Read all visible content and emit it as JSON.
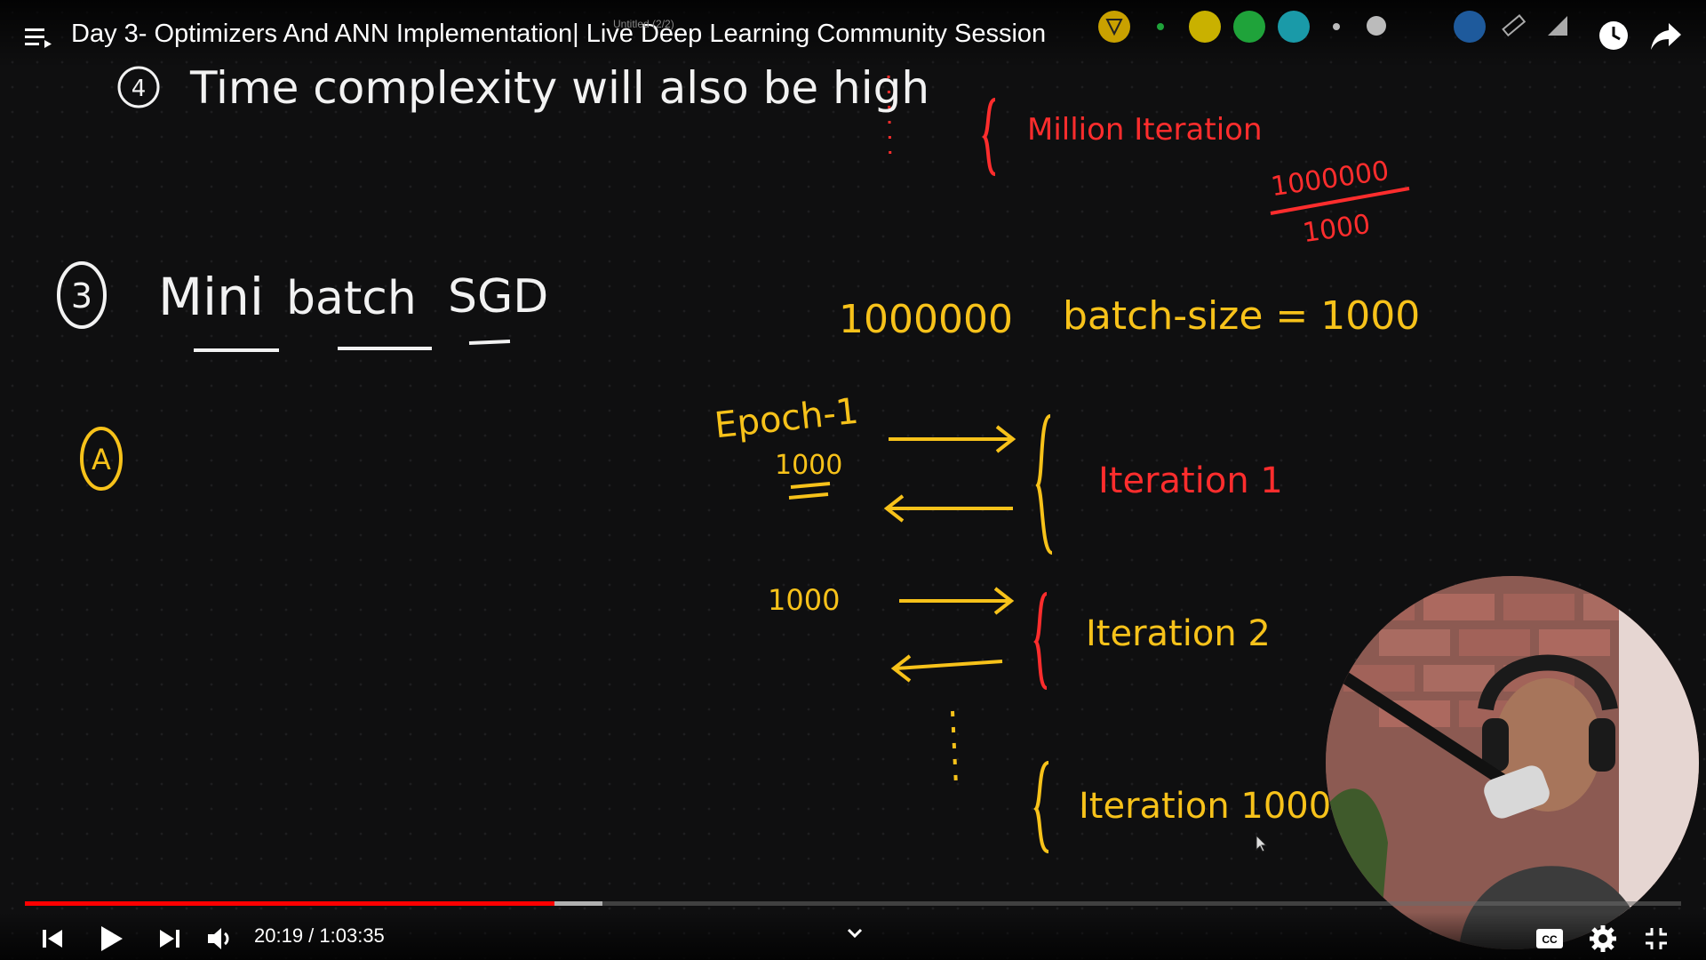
{
  "video": {
    "title": "Day 3- Optimizers And ANN Implementation| Live Deep Learning Community Session",
    "current_time": "20:19",
    "duration": "1:03:35",
    "time_display": "20:19 / 1:03:35",
    "progress_fraction": 0.3195
  },
  "whiteboard": {
    "doc_name": "Untitled (2/2)",
    "item_number_top": "4",
    "line_time_complexity": "Time complexity will also be high",
    "note_million": "Million Iteration",
    "fraction_numerator": "1000000",
    "fraction_denominator": "1000",
    "section_number": "3",
    "section_title_mini": "Mini",
    "section_title_batch": "batch",
    "section_title_sgd": "SGD",
    "point_letter": "A",
    "total_records": "1000000",
    "batch_size": "batch-size = 1000",
    "epoch_label": "Epoch-1",
    "batch_1": "1000",
    "iteration_1": "Iteration 1",
    "batch_2": "1000",
    "iteration_2": "Iteration 2",
    "iteration_1000": "Iteration 1000"
  },
  "colors": {
    "accent_red": "#ff0000",
    "ink_yellow": "#f7c21a",
    "ink_red": "#ff2d2d",
    "ink_white": "#f2f2f2",
    "tool_yellow": "#c9b100",
    "tool_green": "#1fa33a",
    "tool_teal": "#1a9aa8"
  },
  "icons": {
    "menu": "playlist-icon",
    "play": "play-icon",
    "prev": "previous-icon",
    "next": "next-icon",
    "volume": "volume-icon",
    "captions": "cc-icon",
    "settings": "gear-icon",
    "fullscreen_exit": "exit-fullscreen-icon",
    "watch_later": "clock-icon",
    "share": "share-icon",
    "chevron": "chevron-down-icon"
  }
}
